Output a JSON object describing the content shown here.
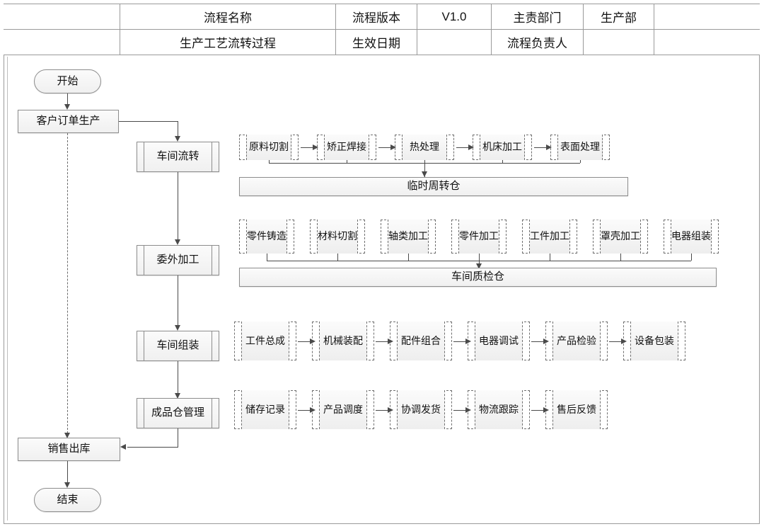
{
  "header": {
    "columns": [
      {
        "key": "spacer",
        "label": ""
      },
      {
        "key": "name_label",
        "label": "流程名称"
      },
      {
        "key": "version_label",
        "label": "流程版本"
      },
      {
        "key": "version_value",
        "label": "V1.0"
      },
      {
        "key": "dept_label",
        "label": "主责部门"
      },
      {
        "key": "dept_value",
        "label": "生产部"
      },
      {
        "key": "tail",
        "label": ""
      }
    ],
    "row1": [
      "",
      "流程名称",
      "流程版本",
      "V1.0",
      "主责部门",
      "生产部",
      ""
    ],
    "row2": [
      "",
      "生产工艺流转过程",
      "生效日期",
      "",
      "流程负责人",
      "",
      ""
    ]
  },
  "flow": {
    "start": "开始",
    "end": "结束",
    "order": "客户订单生产",
    "sales_out": "销售出库",
    "lanes": [
      {
        "key": "workshop_transfer",
        "label": "车间流转"
      },
      {
        "key": "outsourced",
        "label": "委外加工"
      },
      {
        "key": "workshop_assembly",
        "label": "车间组装"
      },
      {
        "key": "finished_goods",
        "label": "成品仓管理"
      }
    ]
  },
  "rows": {
    "row1": {
      "lane": "车间流转",
      "arrows": true,
      "items": [
        "原料切割",
        "矫正焊接",
        "热处理",
        "机床加工",
        "表面处理"
      ],
      "collector": "临时周转仓"
    },
    "row2": {
      "lane": "委外加工",
      "arrows": false,
      "items": [
        "零件铸造",
        "材料切割",
        "轴类加工",
        "零件加工",
        "工件加工",
        "罩壳加工",
        "电器组装"
      ],
      "collector": "车间质检仓"
    },
    "row3": {
      "lane": "车间组装",
      "arrows": true,
      "items": [
        "工件总成",
        "机械装配",
        "配件组合",
        "电器调试",
        "产品检验",
        "设备包装"
      ],
      "collector": ""
    },
    "row4": {
      "lane": "成品仓管理",
      "arrows": true,
      "items": [
        "储存记录",
        "产品调度",
        "协调发货",
        "物流跟踪",
        "售后反馈"
      ],
      "collector": ""
    }
  },
  "colors": {
    "line": "#4a4a4a",
    "border": "#8d8d8d",
    "dashed": "#6f6f6f",
    "fill_top": "#fbfbfb",
    "fill_bottom": "#f0f0f0",
    "frame": "#9a9a9a"
  }
}
